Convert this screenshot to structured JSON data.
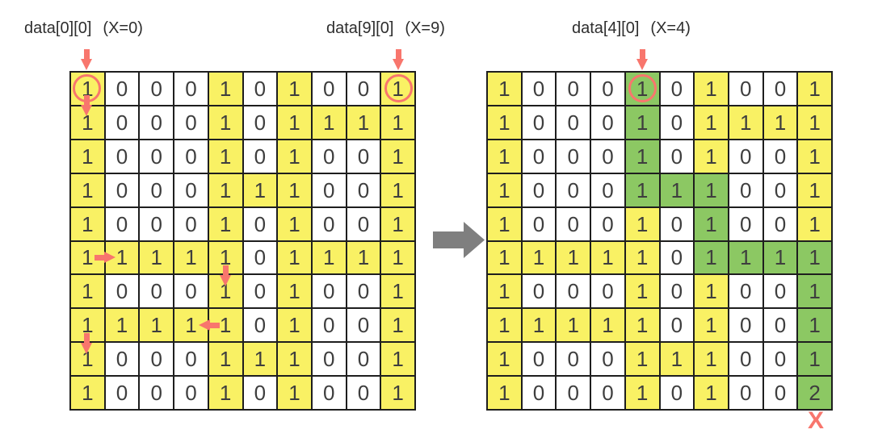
{
  "colors": {
    "yellow": "#F9F164",
    "green": "#8CC863",
    "red": "#F8766D",
    "gray": "#7F7F7F",
    "border": "#1E1E1E",
    "digit": "#3E3E3E",
    "label_text": "#2E2E2E"
  },
  "icons": {
    "pointer_arrow": "red-down-arrow",
    "trace_arrow": "red-path-arrow",
    "transform_arrow": "gray-right-arrow",
    "highlight_circle": "red-ring"
  },
  "labels": [
    {
      "ref": "data[0][0]",
      "x": "(X=0)",
      "grid": "left",
      "col": 0
    },
    {
      "ref": "data[9][0]",
      "x": "(X=9)",
      "grid": "left",
      "col": 9
    },
    {
      "ref": "data[4][0]",
      "x": "(X=4)",
      "grid": "right",
      "col": 4
    }
  ],
  "x_mark": "X",
  "grids": [
    {
      "id": "left",
      "values": [
        [
          1,
          0,
          0,
          0,
          1,
          0,
          1,
          0,
          0,
          1
        ],
        [
          1,
          0,
          0,
          0,
          1,
          0,
          1,
          1,
          1,
          1
        ],
        [
          1,
          0,
          0,
          0,
          1,
          0,
          1,
          0,
          0,
          1
        ],
        [
          1,
          0,
          0,
          0,
          1,
          1,
          1,
          0,
          0,
          1
        ],
        [
          1,
          0,
          0,
          0,
          1,
          0,
          1,
          0,
          0,
          1
        ],
        [
          1,
          1,
          1,
          1,
          1,
          0,
          1,
          1,
          1,
          1
        ],
        [
          1,
          0,
          0,
          0,
          1,
          0,
          1,
          0,
          0,
          1
        ],
        [
          1,
          1,
          1,
          1,
          1,
          0,
          1,
          0,
          0,
          1
        ],
        [
          1,
          0,
          0,
          0,
          1,
          1,
          1,
          0,
          0,
          1
        ],
        [
          1,
          0,
          0,
          0,
          1,
          0,
          1,
          0,
          0,
          1
        ]
      ],
      "colors": [
        "YWWWYWYWWY",
        "YWWWYWYYYY",
        "YWWWYWYWWY",
        "YWWWYYYWWY",
        "YWWWYWYWWY",
        "YYYYYWYYYY",
        "YWWWYWYWWY",
        "YYYYYWYWWY",
        "YWWWYYYWWY",
        "YWWWYWYWWY"
      ],
      "circles": [
        [
          0,
          0
        ],
        [
          0,
          9
        ]
      ],
      "arrows": [
        {
          "dir": "down",
          "col": 0,
          "border_row": 1
        },
        {
          "dir": "right",
          "row": 5,
          "border_col": 1
        },
        {
          "dir": "down",
          "col": 4,
          "border_row": 6
        },
        {
          "dir": "left",
          "row": 7,
          "border_col": 4
        },
        {
          "dir": "down",
          "col": 0,
          "border_row": 8
        }
      ]
    },
    {
      "id": "right",
      "values": [
        [
          1,
          0,
          0,
          0,
          1,
          0,
          1,
          0,
          0,
          1
        ],
        [
          1,
          0,
          0,
          0,
          1,
          0,
          1,
          1,
          1,
          1
        ],
        [
          1,
          0,
          0,
          0,
          1,
          0,
          1,
          0,
          0,
          1
        ],
        [
          1,
          0,
          0,
          0,
          1,
          1,
          1,
          0,
          0,
          1
        ],
        [
          1,
          0,
          0,
          0,
          1,
          0,
          1,
          0,
          0,
          1
        ],
        [
          1,
          1,
          1,
          1,
          1,
          0,
          1,
          1,
          1,
          1
        ],
        [
          1,
          0,
          0,
          0,
          1,
          0,
          1,
          0,
          0,
          1
        ],
        [
          1,
          1,
          1,
          1,
          1,
          0,
          1,
          0,
          0,
          1
        ],
        [
          1,
          0,
          0,
          0,
          1,
          1,
          1,
          0,
          0,
          1
        ],
        [
          1,
          0,
          0,
          0,
          1,
          0,
          1,
          0,
          0,
          2
        ]
      ],
      "colors": [
        "YWWWGWYWWY",
        "YWWWGWYYYY",
        "YWWWGWYWWY",
        "YWWWGGGWWY",
        "YWWWYWGWWY",
        "YYYYYWGGGG",
        "YWWWYWYWWG",
        "YYYYYWYWWG",
        "YWWWYYYWWG",
        "YWWWYWYWWG"
      ],
      "circles": [
        [
          0,
          4
        ]
      ],
      "arrows": []
    }
  ]
}
